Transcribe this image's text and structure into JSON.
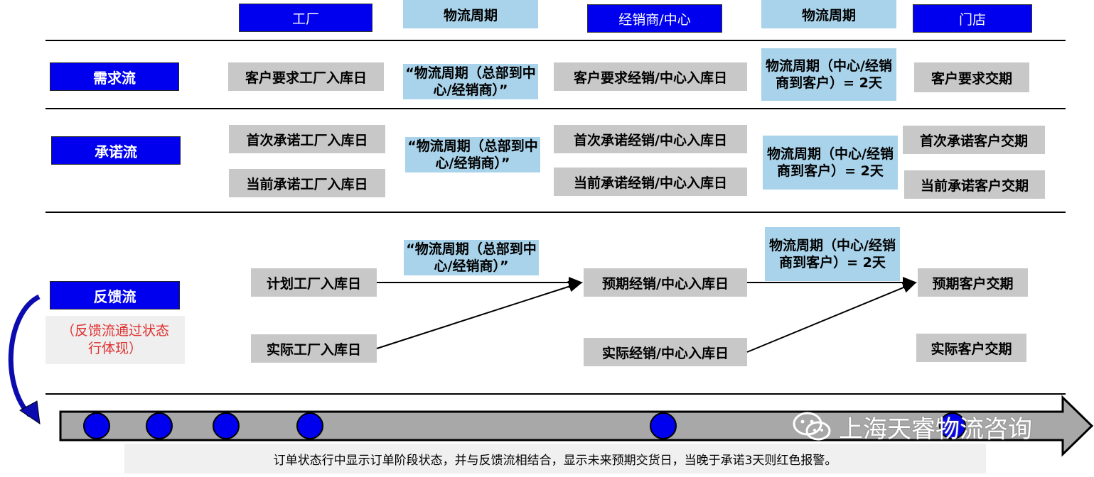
{
  "headers": {
    "factory": "工厂",
    "cycle1": "物流周期",
    "dealer": "经销商/中心",
    "cycle2": "物流周期",
    "store": "门店"
  },
  "rows": {
    "demand": {
      "label": "需求流",
      "factory": "客户要求工厂入库日",
      "cycle1": "“物流周期（总部到中心/经销商）”",
      "dealer": "客户要求经销/中心入库日",
      "cycle2": "物流周期（中心/经销商到客户）= 2天",
      "store": "客户要求交期"
    },
    "commit": {
      "label": "承诺流",
      "factory_first": "首次承诺工厂入库日",
      "factory_current": "当前承诺工厂入库日",
      "cycle1": "“物流周期（总部到中心/经销商）”",
      "dealer_first": "首次承诺经销/中心入库日",
      "dealer_current": "当前承诺经销/中心入库日",
      "cycle2": "物流周期（中心/经销商到客户）= 2天",
      "store_first": "首次承诺客户交期",
      "store_current": "当前承诺客户交期"
    },
    "feedback": {
      "label": "反馈流",
      "note": "（反馈流通过状态行体现）",
      "cycle1": "“物流周期（总部到中心/经销商）”",
      "cycle2": "物流周期（中心/经销商到客户）= 2天",
      "factory_plan": "计划工厂入库日",
      "factory_actual": "实际工厂入库日",
      "dealer_expected": "预期经销/中心入库日",
      "dealer_actual": "实际经销/中心入库日",
      "store_expected": "预期客户交期",
      "store_actual": "实际客户交期"
    }
  },
  "caption": "订单状态行中显示订单阶段状态，并与反馈流相结合，显示未来预期交货日，当晚于承诺3天则红色报警。",
  "watermark": "上海天睿物流咨询",
  "colors": {
    "blue": "#0000ee",
    "light_blue": "#a9d3ea",
    "gray": "#c8c8c8",
    "red_text": "#e03030"
  }
}
